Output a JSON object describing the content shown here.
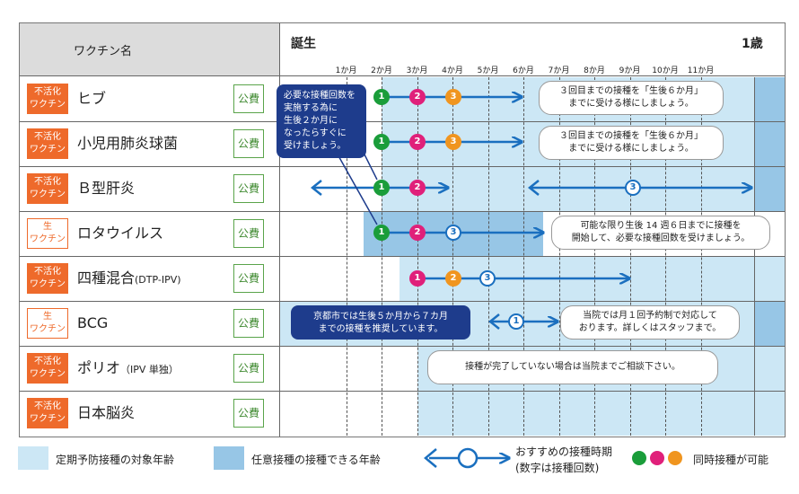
{
  "header": {
    "vaccine_col": "ワクチン名",
    "birth": "誕生",
    "one_year": "1歳",
    "months": [
      "1か月",
      "2か月",
      "3か月",
      "4か月",
      "5か月",
      "6か月",
      "7か月",
      "8か月",
      "9か月",
      "10か月",
      "11か月"
    ]
  },
  "kouhi_label": "公費",
  "rows": [
    {
      "badge": [
        "不活化",
        "ワクチン"
      ],
      "name": "ヒブ",
      "name_sub": ""
    },
    {
      "badge": [
        "不活化",
        "ワクチン"
      ],
      "name": "小児用肺炎球菌",
      "name_sub": ""
    },
    {
      "badge": [
        "不活化",
        "ワクチン"
      ],
      "name": "Ｂ型肝炎",
      "name_sub": ""
    },
    {
      "badge": [
        "生",
        "ワクチン"
      ],
      "name": "ロタウイルス",
      "name_sub": ""
    },
    {
      "badge": [
        "不活化",
        "ワクチン"
      ],
      "name": "四種混合",
      "name_sub": "(DTP-IPV)"
    },
    {
      "badge": [
        "生",
        "ワクチン"
      ],
      "name": "BCG",
      "name_sub": ""
    },
    {
      "badge": [
        "不活化",
        "ワクチン"
      ],
      "name": "ポリオ",
      "name_sub": "（IPV 単独）"
    },
    {
      "badge": [
        "不活化",
        "ワクチン"
      ],
      "name": "日本脳炎",
      "name_sub": ""
    }
  ],
  "notes": {
    "hib": "３回目までの接種を「生後６か月」\nまでに受ける様にしましょう。",
    "pneumo": "３回目までの接種を「生後６か月」\nまでに受ける様にしましょう。",
    "rota": "可能な限り生後 14 週６日までに接種を\n開始して、必要な接種回数を受けましょう。",
    "bcg": "当院では月１回予約制で対応して\nおります。詳しくはスタッフまで。",
    "polio": "接種が完了していない場合は当院までご相談下さい。",
    "callout_left": "必要な接種回数を\n実施する為に\n生後２か月に\nなったらすぐに\n受けましょう。",
    "callout_bcg": "京都市では生後５か月から７カ月\nまでの接種を推奨しています。"
  },
  "dose_numbers": {
    "d1": "1",
    "d2": "2",
    "d3": "3"
  },
  "legend": {
    "routine": "定期予防接種の対象年齢",
    "optional": "任意接種の接種できる年齢",
    "recommended": "おすすめの接種時期",
    "recommended_sub": "(数字は接種回数)",
    "simultaneous": "同時接種が可能"
  },
  "colors": {
    "routine": "#cce7f5",
    "optional": "#97c6e6",
    "arrow": "#1a6fbf",
    "dose1": "#1a9d3a",
    "dose2": "#e0207a",
    "dose3": "#f0951f",
    "badge_inactivated": "#ee6a2b",
    "kouhi": "#3f8a30",
    "callout": "#1e3c8c"
  }
}
